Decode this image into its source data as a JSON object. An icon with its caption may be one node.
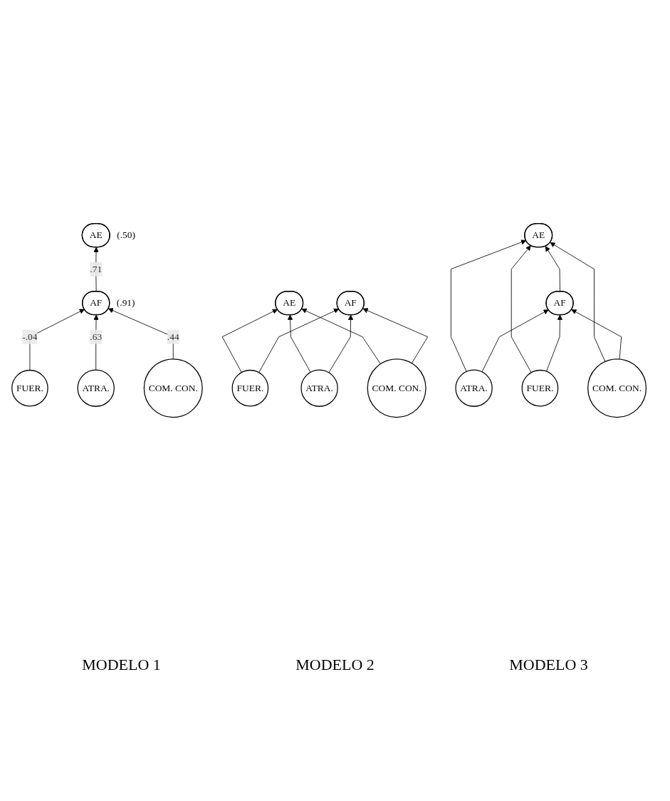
{
  "diagram": {
    "nodes": [
      {
        "text": [
          "AE"
        ],
        "beside": [
          "(.50)"
        ]
      },
      {
        "text": [
          "AF"
        ],
        "beside": [
          "(.91)"
        ]
      },
      {
        "text": [
          "COM. CON."
        ]
      },
      {
        "text": [
          "ATRA."
        ]
      },
      {
        "text": [
          "FUER."
        ]
      },
      {
        "text": [
          "AE"
        ]
      },
      {
        "text": [
          "AF"
        ]
      },
      {
        "text": [
          "COM. CON."
        ]
      },
      {
        "text": [
          "ATRA."
        ]
      },
      {
        "text": [
          "FUER."
        ]
      },
      {
        "text": [
          "AE"
        ]
      },
      {
        "text": [
          "AF"
        ]
      },
      {
        "text": [
          "COM. CON."
        ]
      },
      {
        "text": [
          "ATRA."
        ]
      },
      {
        "text": [
          "FUER."
        ]
      }
    ],
    "edges": [
      {
        "from": 1,
        "to": 0,
        "arrow": "to",
        "label": ".71"
      },
      {
        "from": 2,
        "to": 1,
        "arrow": "to",
        "label": ".44"
      },
      {
        "from": 3,
        "to": 1,
        "arrow": "to",
        "label": ".63"
      },
      {
        "from": 4,
        "to": 1,
        "arrow": "to",
        "label": "-.04"
      },
      {
        "from": 6,
        "to": 5,
        "arrow": "to"
      },
      {
        "from": 7,
        "to": 6,
        "arrow": "to"
      },
      {
        "from": 8,
        "to": 6,
        "arrow": "to"
      },
      {
        "from": 9,
        "to": 6,
        "arrow": "to"
      },
      {
        "from": 7,
        "to": 5,
        "arrow": "to"
      },
      {
        "from": 9,
        "to": 5,
        "arrow": "to"
      },
      {
        "from": 8,
        "to": 5,
        "arrow": "to"
      },
      {
        "from": 12,
        "to": 11,
        "arrow": "to"
      },
      {
        "from": 13,
        "to": 11,
        "arrow": "to"
      },
      {
        "from": 14,
        "to": 11,
        "arrow": "to"
      },
      {
        "from": 12,
        "to": 10,
        "arrow": "to"
      },
      {
        "from": 14,
        "to": 10,
        "arrow": "to"
      },
      {
        "from": 13,
        "to": 10,
        "arrow": "to"
      }
    ],
    "labels": [
      "MODELO 1",
      "MODELO 2",
      "MODELO 3"
    ]
  }
}
